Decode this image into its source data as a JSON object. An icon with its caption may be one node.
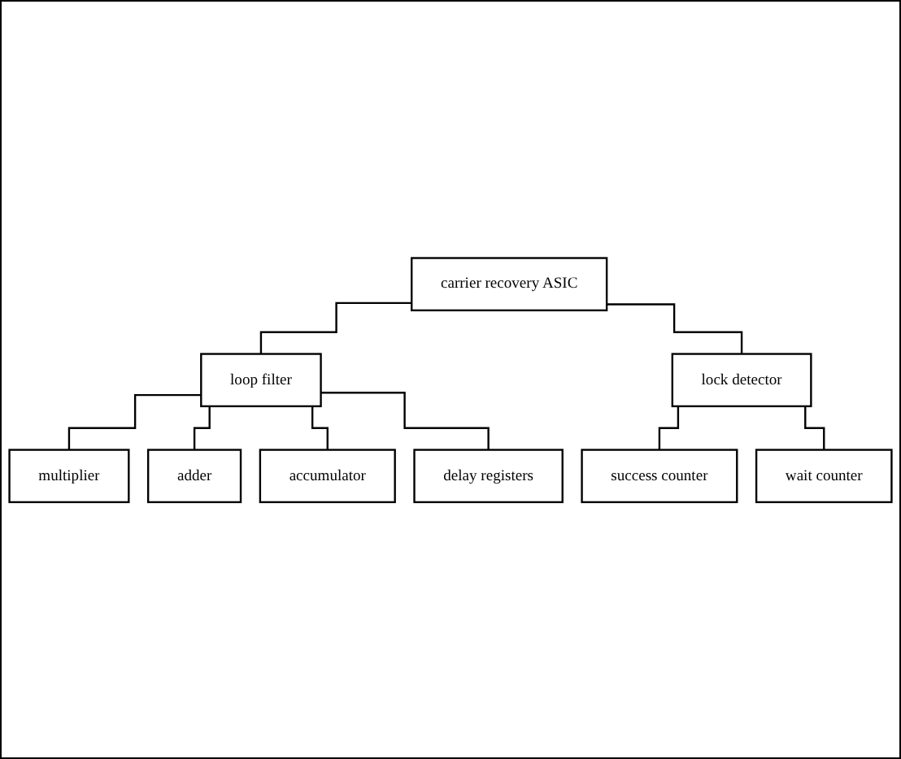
{
  "diagram": {
    "nodes": [
      {
        "text": [
          "carrier recovery ASIC"
        ]
      },
      {
        "text": [
          "loop filter"
        ]
      },
      {
        "text": [
          "lock detector"
        ]
      },
      {
        "text": [
          "multiplier"
        ]
      },
      {
        "text": [
          "adder"
        ]
      },
      {
        "text": [
          "accumulator"
        ]
      },
      {
        "text": [
          "delay registers"
        ]
      },
      {
        "text": [
          "success counter"
        ]
      },
      {
        "text": [
          "wait counter"
        ]
      }
    ],
    "edges": [
      {
        "from": 0,
        "to": 1,
        "arrow": "none"
      },
      {
        "from": 0,
        "to": 2,
        "arrow": "none"
      },
      {
        "from": 1,
        "to": 3,
        "arrow": "none"
      },
      {
        "from": 1,
        "to": 4,
        "arrow": "none"
      },
      {
        "from": 1,
        "to": 5,
        "arrow": "none"
      },
      {
        "from": 1,
        "to": 6,
        "arrow": "none"
      },
      {
        "from": 2,
        "to": 7,
        "arrow": "none"
      },
      {
        "from": 2,
        "to": 8,
        "arrow": "none"
      }
    ]
  }
}
